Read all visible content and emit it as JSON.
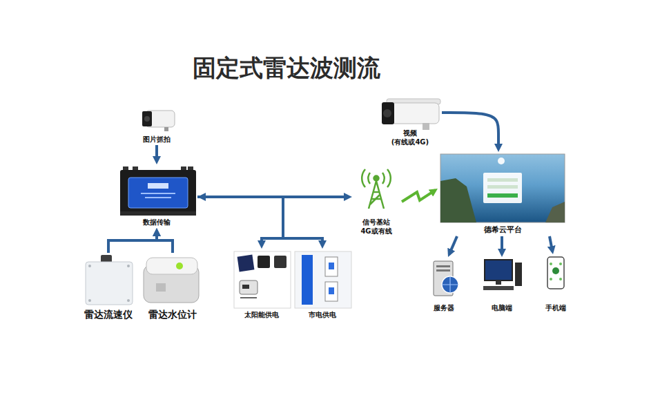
{
  "diagram": {
    "title": "固定式雷达波测流",
    "nodes": [
      {
        "text": [
          "图片抓拍"
        ]
      },
      {
        "text": [
          "数据传输"
        ]
      },
      {
        "text": [
          "雷达流速仪"
        ]
      },
      {
        "text": [
          "雷达水位计"
        ]
      },
      {
        "text": [
          "太阳能供电"
        ]
      },
      {
        "text": [
          "市电供电"
        ]
      },
      {
        "text": [
          "信号基站 4G或有线"
        ]
      },
      {
        "text": [
          "视频 (有线或4G)"
        ]
      },
      {
        "text": [
          "德希云平台"
        ]
      },
      {
        "text": [
          "服务器"
        ]
      },
      {
        "text": [
          "电脑端"
        ]
      },
      {
        "text": [
          "手机端"
        ]
      }
    ],
    "edges": [
      {
        "from": 0,
        "to": 1,
        "arrow": "to"
      },
      {
        "from": 2,
        "to": 1,
        "arrow": "to"
      },
      {
        "from": 3,
        "to": 1,
        "arrow": "to"
      },
      {
        "from": 1,
        "to": 6,
        "arrow": "both"
      },
      {
        "from": 1,
        "to": 4,
        "arrow": "to"
      },
      {
        "from": 1,
        "to": 5,
        "arrow": "to"
      },
      {
        "from": 6,
        "to": 8,
        "arrow": "to"
      },
      {
        "from": 7,
        "to": 8,
        "arrow": "to"
      },
      {
        "from": 8,
        "to": 9,
        "arrow": "to"
      },
      {
        "from": 8,
        "to": 10,
        "arrow": "to"
      },
      {
        "from": 8,
        "to": 11,
        "arrow": "to"
      }
    ]
  }
}
